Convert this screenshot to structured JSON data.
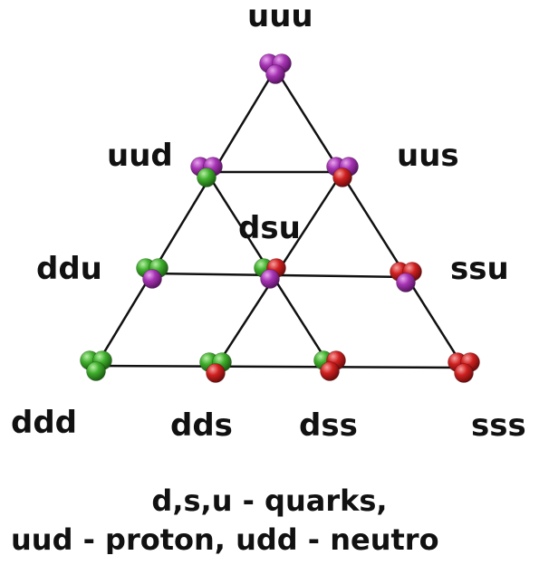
{
  "labels": {
    "uuu": "uuu",
    "uud": "uud",
    "uus": "uus",
    "dsu": "dsu",
    "ddu": "ddu",
    "ssu": "ssu",
    "ddd": "ddd",
    "dds": "dds",
    "dss": "dss",
    "sss": "sss"
  },
  "caption": {
    "line1": "d,s,u - quarks,",
    "line2": "uud - proton, udd - neutro"
  },
  "colors": {
    "u": "#9b2aa8",
    "d": "#3aa82a",
    "s": "#cc1f1f",
    "line": "#111111"
  },
  "nodes": [
    {
      "id": "uuu",
      "quarks": [
        "u",
        "u",
        "u"
      ]
    },
    {
      "id": "uud",
      "quarks": [
        "u",
        "u",
        "d"
      ]
    },
    {
      "id": "uus",
      "quarks": [
        "u",
        "u",
        "s"
      ]
    },
    {
      "id": "ddu",
      "quarks": [
        "d",
        "d",
        "u"
      ]
    },
    {
      "id": "dsu",
      "quarks": [
        "d",
        "s",
        "u"
      ]
    },
    {
      "id": "ssu",
      "quarks": [
        "s",
        "s",
        "u"
      ]
    },
    {
      "id": "ddd",
      "quarks": [
        "d",
        "d",
        "d"
      ]
    },
    {
      "id": "dds",
      "quarks": [
        "d",
        "d",
        "s"
      ]
    },
    {
      "id": "dss",
      "quarks": [
        "d",
        "s",
        "s"
      ]
    },
    {
      "id": "sss",
      "quarks": [
        "s",
        "s",
        "s"
      ]
    }
  ]
}
